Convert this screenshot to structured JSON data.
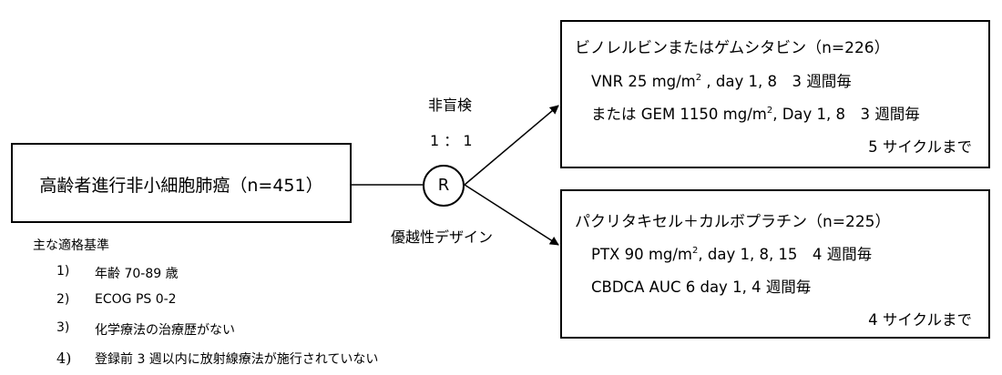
{
  "population": "高齢者進行非小細胞肺癌（n=451）",
  "randomization": {
    "symbol": "R",
    "blinding": "非盲検",
    "ratio": "1 ： 1",
    "design": "優越性デザイン"
  },
  "criteria": {
    "heading": "主な適格基準",
    "items": [
      {
        "num": "1)",
        "text": "年齢 70-89 歳"
      },
      {
        "num": "2)",
        "text": "ECOG PS 0-2"
      },
      {
        "num": "3)",
        "text": "化学療法の治療歴がない"
      },
      {
        "num": "4)",
        "text": "登録前 3 週以内に放射線療法が施行されていない"
      }
    ]
  },
  "arm_a": {
    "title": "ビノレルビンまたはゲムシタビン（n=226）",
    "line1_pre": "VNR 25 mg/m",
    "line1_sup": "2",
    "line1_post": " , day 1, 8　3 週間毎",
    "line2_pre": "または GEM 1150 mg/m",
    "line2_sup": "2",
    "line2_post": ", Day 1, 8　3 週間毎",
    "cycles": "5 サイクルまで"
  },
  "arm_b": {
    "title": "パクリタキセル＋カルボプラチン（n=225）",
    "line1_pre": "PTX 90 mg/m",
    "line1_sup": "2",
    "line1_post": ", day 1, 8, 15　4 週間毎",
    "line2": "CBDCA AUC 6 day 1, 4 週間毎",
    "cycles": "4 サイクルまで"
  }
}
